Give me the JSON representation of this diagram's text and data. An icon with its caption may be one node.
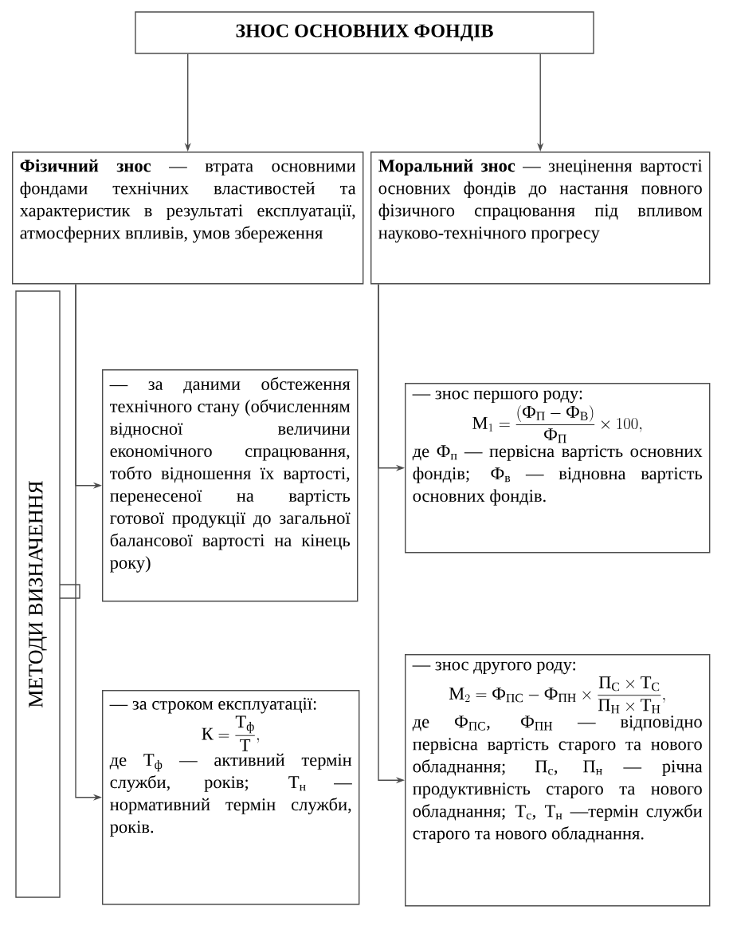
{
  "diagram": {
    "nodes": [
      {
        "text": [
          "ЗНОС ОСНОВНИХ ФОНДІВ"
        ]
      },
      {
        "text": [
          "**Фізичний знос** — втрата основними фондами технічних властивостей та характеристик в результаті експлуатації, атмосферних впливів, умов збереження"
        ]
      },
      {
        "text": [
          "**Моральний знос** — знецінення вартості основних фондів до настання повного фізичного спрацювання під впливом науково-технічного прогресу"
        ]
      },
      {
        "text": [
          "МЕТОДИ ВИЗНАЧЕННЯ"
        ]
      },
      {
        "text": [
          "— за даними обстеження технічного стану (обчисленням відносної величини економічного спрацювання, тобто відношення їх вартості, перенесеної на вартість готової продукції до загальної балансової вартості на кінець року)"
        ]
      },
      {
        "text": [
          "— за строком експлуатації:",
          "\\text{К}=\\frac{\\text{Т}_{\\text{ф}}}{\\text{Т}},",
          "де Т$_{ф}$ — активний термін служби, років; Т$_{н}$ — нормативний термін служби, років."
        ]
      },
      {
        "text": [
          "— знос першого роду:",
          "\\text{М}_1=\\frac{(\\text{Ф}_{\\text{П}}-\\text{Ф}_{\\text{В}})}{\\text{Ф}_{\\text{П}}}\\times 100,",
          "де Ф$_{п}$ — первісна вартість основних фондів; Ф$_{в}$ — відновна вартість основних фондів."
        ]
      },
      {
        "text": [
          "— знос другого роду:",
          "\\text{М}_2=\\text{Ф}_{\\text{ПС}}-\\text{Ф}_{\\text{ПН}}\\times\\frac{\\text{П}_{\\text{С}}\\times\\text{Т}_{\\text{С}}}{\\text{П}_{\\text{Н}}\\times\\text{Т}_{\\text{Н}}},",
          "де Ф$_{ПС}$, Ф$_{ПН}$ — відповідно первісна вартість старого та нового обладнання; П$_{с}$, П$_{н}$ — річна продуктивність старого та нового обладнання; Т$_{с}$, Т$_{н}$ —термін служби старого та нового обладнання."
        ]
      }
    ],
    "edges": [
      {
        "from": 0,
        "to": 1,
        "arrow": "to"
      },
      {
        "from": 0,
        "to": 2,
        "arrow": "to"
      },
      {
        "from": 1,
        "to": 4,
        "arrow": "to"
      },
      {
        "from": 1,
        "to": 5,
        "arrow": "to"
      },
      {
        "from": 2,
        "to": 6,
        "arrow": "to"
      },
      {
        "from": 2,
        "to": 7,
        "arrow": "to"
      }
    ]
  }
}
